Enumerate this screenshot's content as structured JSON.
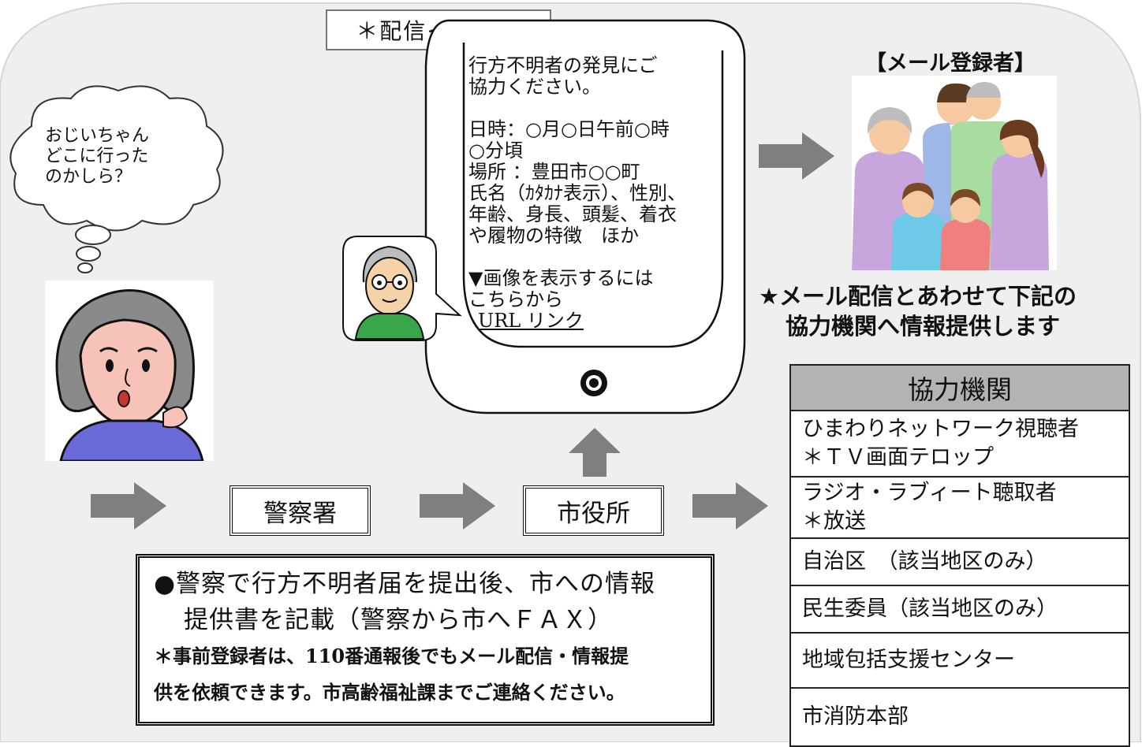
{
  "delivery_tab": "＊配信イメージ",
  "bubble": {
    "lines": [
      "おじいちゃん",
      "どこに行った",
      "のかしら？"
    ]
  },
  "message": {
    "line1": "行方不明者の発見にご",
    "line2": "協力ください。",
    "line3": "日時：○月○日午前○時",
    "line4": "○分頃",
    "line5": "場所 ：豊田市○○町",
    "line6": "氏名（ｶﾀｶﾅ表示）、性別、",
    "line7": "年齢、身長、頭髪、着衣",
    "line8": "や履物の特徴　ほか",
    "line9": "▼画像を表示するには",
    "line10": "こちらから",
    "url_link": "URL リンク"
  },
  "flow": {
    "police": "警察署",
    "city_hall": "市役所"
  },
  "notice": {
    "line1": "●警察で行方不明者届を提出後、市への情報",
    "line2": "提供書を記載（警察から市へＦＡＸ）",
    "line3": "＊事前登録者は、110番通報後でもメール配信・情報提",
    "line4": "供を依頼できます。市高齢福祉課までご連絡ください。"
  },
  "registrants_title": "【メール登録者】",
  "star_note": {
    "line1": "★メール配信とあわせて下記の",
    "line2": "協力機関へ情報提供します"
  },
  "org_table": {
    "header": "協力機関",
    "rows": [
      {
        "line1": "ひまわりネットワーク視聴者",
        "line2": "＊ＴＶ画面テロップ"
      },
      {
        "line1": "ラジオ・ラブィート聴取者",
        "line2": "＊放送"
      },
      {
        "line1": "自治区　（該当地区のみ）"
      },
      {
        "line1": "民生委員（該当地区のみ）"
      },
      {
        "line1": "地域包括支援センター"
      },
      {
        "line1": "市消防本部"
      }
    ]
  },
  "colors": {
    "panel": "#efefef",
    "arrow": "#7f7f7f",
    "table_header": "#b3b3b3"
  }
}
